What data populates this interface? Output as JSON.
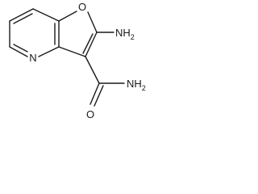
{
  "molecule": {
    "atoms": {
      "ring_oxygen": "O",
      "amine": "NH",
      "amine_subscript": "2",
      "pyridine_nitrogen": "N",
      "carbonyl_oxygen": "O",
      "amide": "NH",
      "amide_subscript": "2"
    }
  },
  "colors": {
    "bond": "#1a1a1a",
    "background": "#ffffff"
  }
}
